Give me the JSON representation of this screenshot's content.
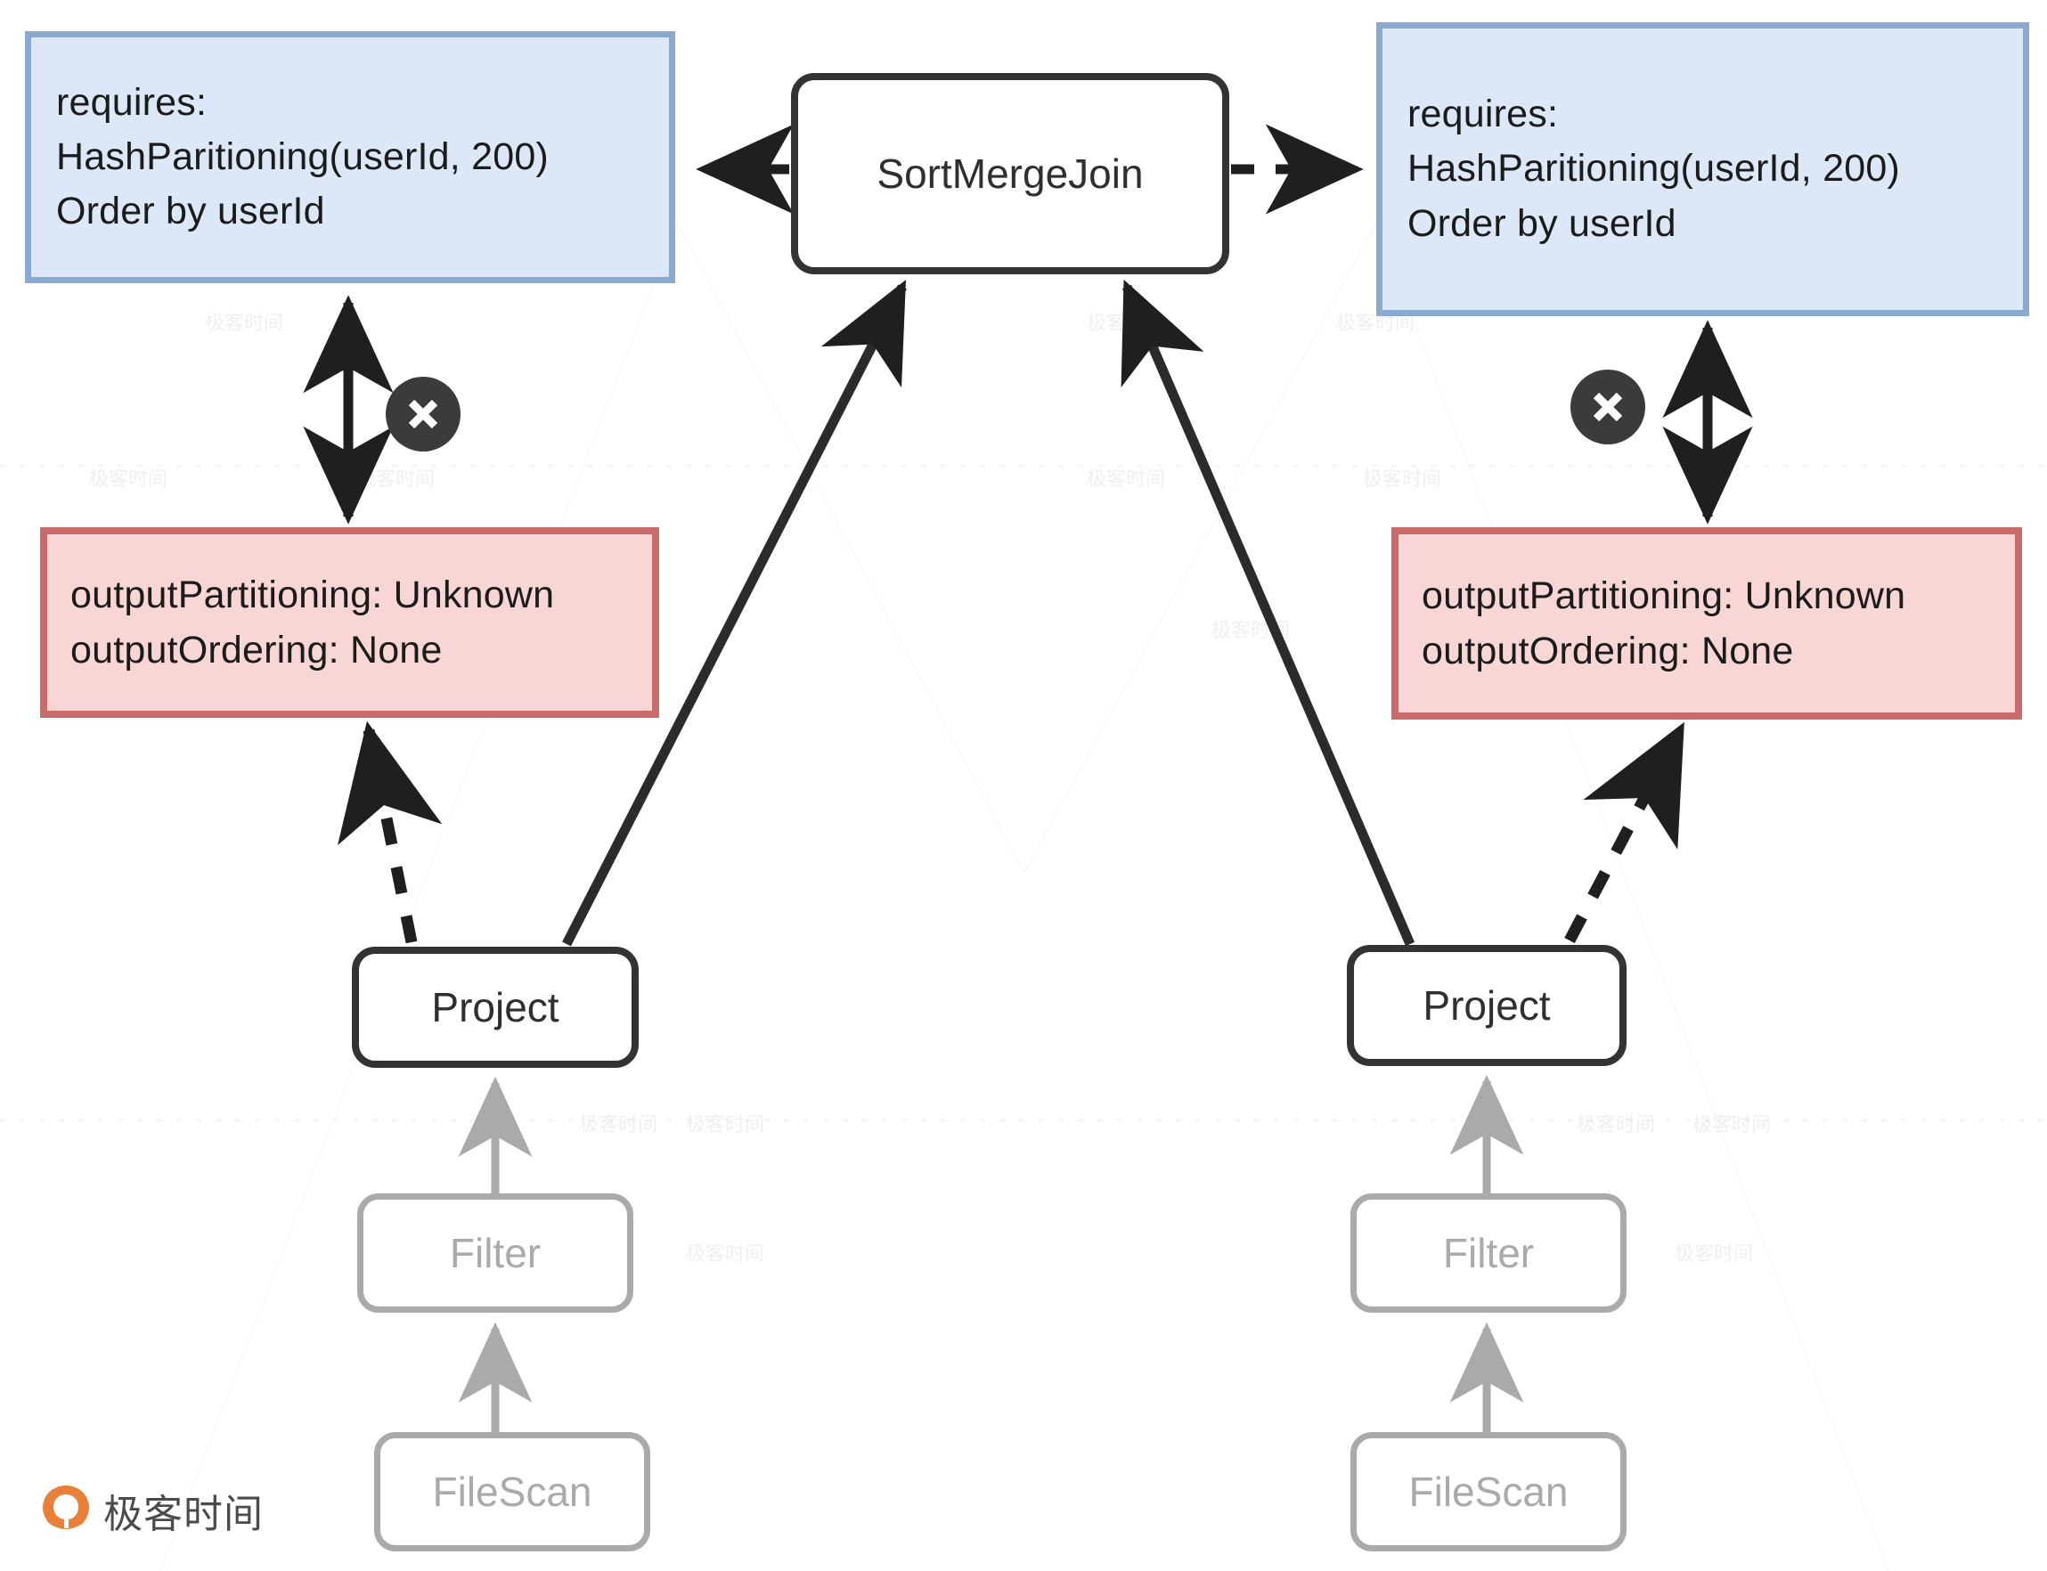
{
  "diagram": {
    "title": "Spark SortMergeJoin physical plan requirement check",
    "colors": {
      "requirement_fill": "#dce8f8",
      "requirement_border": "#89a9d0",
      "output_fill": "#f9d6d6",
      "output_border": "#c96b6b",
      "active_node_border": "#333333",
      "dim_node_border": "#aaaaaa",
      "edge": "#2b2b2b",
      "badge": "#3b3b3b",
      "logo_accent": "#e8803a"
    },
    "requirement_boxes": [
      {
        "id": "req-left",
        "text": "requires:\nHashParitioning(userId, 200)\nOrder by userId"
      },
      {
        "id": "req-right",
        "text": "requires:\nHashParitioning(userId, 200)\nOrder by userId"
      }
    ],
    "output_boxes": [
      {
        "id": "out-left",
        "text": "outputPartitioning: Unknown\noutputOrdering: None"
      },
      {
        "id": "out-right",
        "text": "outputPartitioning: Unknown\noutputOrdering: None"
      }
    ],
    "operators": {
      "join": "SortMergeJoin",
      "project_left": "Project",
      "project_right": "Project",
      "filter_left": "Filter",
      "filter_right": "Filter",
      "filescan_left": "FileScan",
      "filescan_right": "FileScan"
    },
    "badges": [
      {
        "id": "mismatch-left",
        "icon": "close-x-icon"
      },
      {
        "id": "mismatch-right",
        "icon": "close-x-icon"
      }
    ],
    "logo": {
      "text": "极客时间",
      "icon": "geektime-pin-icon"
    },
    "watermark": {
      "text": "极客时间"
    }
  }
}
